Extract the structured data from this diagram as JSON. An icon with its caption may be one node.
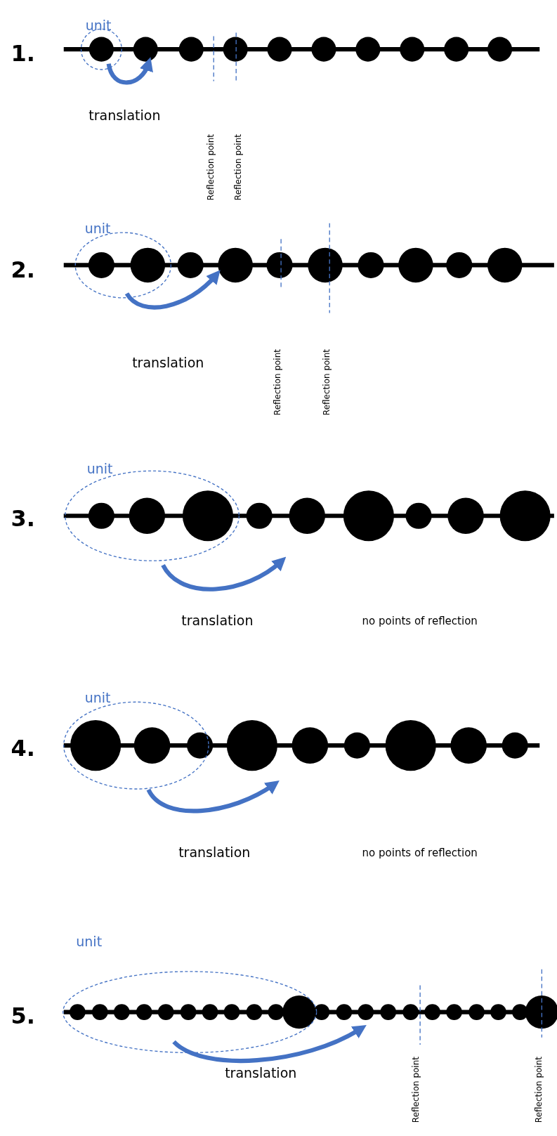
{
  "diagram": {
    "labels": [
      "unit",
      "1.",
      "translation",
      "Reflection point",
      "Reflection point",
      "unit",
      "2.",
      "translation",
      "Reflection point",
      "Reflection point",
      "unit",
      "3.",
      "translation",
      "no points of reflection",
      "unit",
      "4.",
      "translation",
      "no points of reflection",
      "unit",
      "5.",
      "translation",
      "Reflection point",
      "Reflection point"
    ]
  }
}
